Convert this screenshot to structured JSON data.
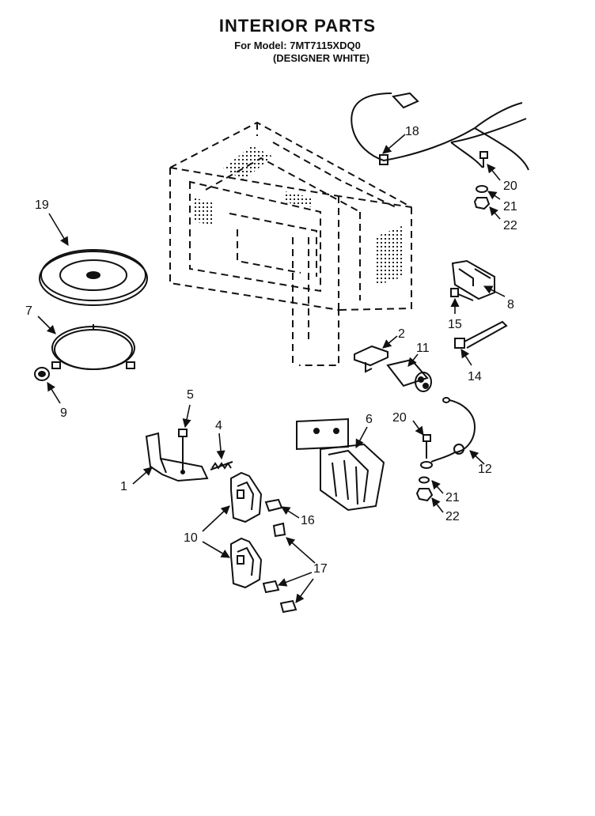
{
  "header": {
    "title": "INTERIOR PARTS",
    "model_line": "For Model: 7MT7115XDQ0",
    "variant": "(DESIGNER WHITE)"
  },
  "parts": [
    {
      "id": "1",
      "label": "1"
    },
    {
      "id": "2",
      "label": "2"
    },
    {
      "id": "4",
      "label": "4"
    },
    {
      "id": "5",
      "label": "5"
    },
    {
      "id": "6",
      "label": "6"
    },
    {
      "id": "7",
      "label": "7"
    },
    {
      "id": "8",
      "label": "8"
    },
    {
      "id": "9",
      "label": "9"
    },
    {
      "id": "10",
      "label": "10"
    },
    {
      "id": "11",
      "label": "11"
    },
    {
      "id": "12",
      "label": "12"
    },
    {
      "id": "14",
      "label": "14"
    },
    {
      "id": "15",
      "label": "15"
    },
    {
      "id": "16",
      "label": "16"
    },
    {
      "id": "17",
      "label": "17"
    },
    {
      "id": "18",
      "label": "18"
    },
    {
      "id": "19",
      "label": "19"
    },
    {
      "id": "20",
      "label": "20"
    },
    {
      "id": "21",
      "label": "21"
    },
    {
      "id": "22",
      "label": "22"
    }
  ],
  "colors": {
    "ink": "#111111",
    "background": "#ffffff"
  }
}
